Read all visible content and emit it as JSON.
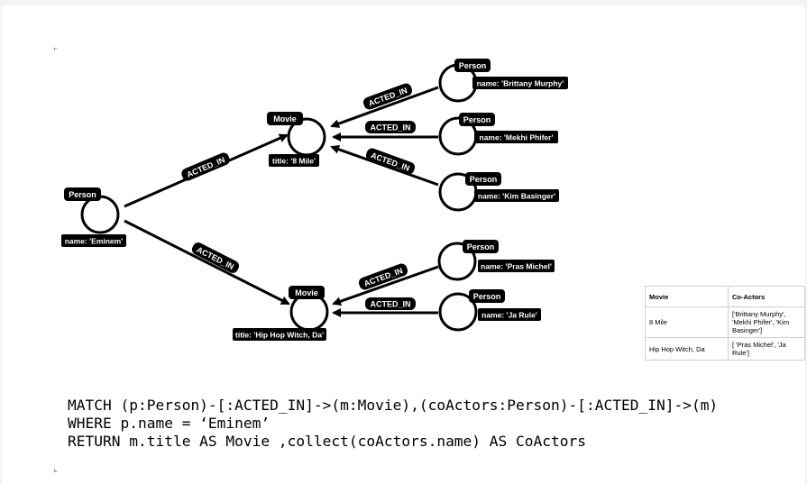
{
  "graph": {
    "nodes": [
      {
        "id": "eminem",
        "label": "Person",
        "property": "name: 'Eminem'"
      },
      {
        "id": "movie1",
        "label": "Movie",
        "property": "title: '8 Mile'"
      },
      {
        "id": "movie2",
        "label": "Movie",
        "property": "title: 'Hip Hop Witch, Da'"
      },
      {
        "id": "brittany",
        "label": "Person",
        "property": "name: 'Brittany Murphy'"
      },
      {
        "id": "mekhi",
        "label": "Person",
        "property": "name: 'Mekhi Phifer'"
      },
      {
        "id": "kim",
        "label": "Person",
        "property": "name: 'Kim Basinger'"
      },
      {
        "id": "pras",
        "label": "Person",
        "property": "name: 'Pras Michel'"
      },
      {
        "id": "jarule",
        "label": "Person",
        "property": "name: 'Ja Rule'"
      }
    ],
    "relationships": [
      {
        "from": "eminem",
        "to": "movie1",
        "type": "ACTED_IN"
      },
      {
        "from": "eminem",
        "to": "movie2",
        "type": "ACTED_IN"
      },
      {
        "from": "brittany",
        "to": "movie1",
        "type": "ACTED_IN"
      },
      {
        "from": "mekhi",
        "to": "movie1",
        "type": "ACTED_IN"
      },
      {
        "from": "kim",
        "to": "movie1",
        "type": "ACTED_IN"
      },
      {
        "from": "pras",
        "to": "movie2",
        "type": "ACTED_IN"
      },
      {
        "from": "jarule",
        "to": "movie2",
        "type": "ACTED_IN"
      }
    ]
  },
  "table": {
    "headers": [
      "Movie",
      "Co-Actors"
    ],
    "rows": [
      {
        "movie": "8 Mile",
        "coactors": "['Brittany Murphy', 'Mekhi Phifer', 'Kim Basinger']"
      },
      {
        "movie": "Hip Hop Witch, Da",
        "coactors": "[ 'Pras Michel', 'Ja Rule']"
      }
    ]
  },
  "query": {
    "line1": "MATCH (p:Person)-[:ACTED_IN]->(m:Movie),(coActors:Person)-[:ACTED_IN]->(m)",
    "line2": "WHERE p.name = ‘Eminem’",
    "line3": "RETURN m.title AS Movie ,collect(coActors.name) AS CoActors"
  }
}
